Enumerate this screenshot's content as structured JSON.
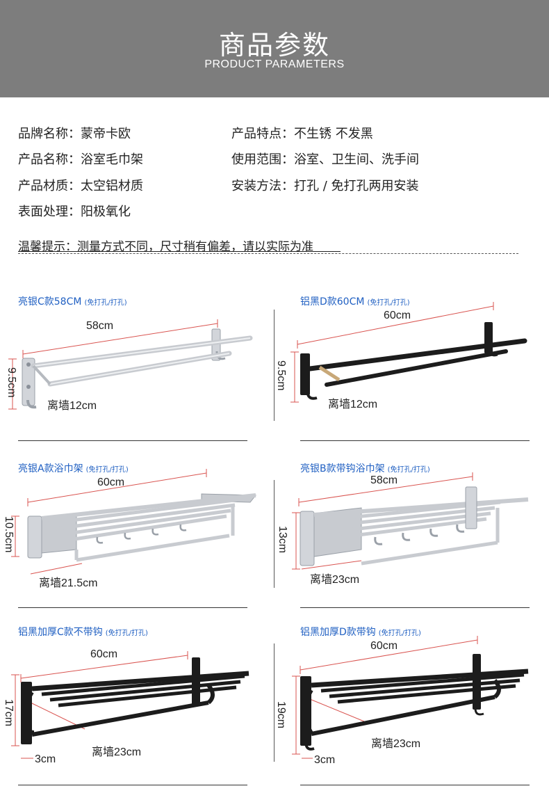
{
  "header": {
    "title": "商品参数",
    "subtitle": "PRODUCT PARAMETERS"
  },
  "params": {
    "left": [
      {
        "text": "品牌名称：蒙帝卡欧"
      },
      {
        "text": "产品名称：浴室毛巾架"
      },
      {
        "text": "产品材质：太空铝材质"
      },
      {
        "text": "表面处理：阳极氧化"
      }
    ],
    "right": [
      {
        "text": "产品特点：不生锈 不发黑"
      },
      {
        "text": "使用范围：浴室、卫生间、洗手间"
      },
      {
        "text": "安装方法：打孔 / 免打孔两用安装"
      }
    ]
  },
  "notice": {
    "text": "温馨提示：测量方式不同，尺寸稍有偏差，请以实际为准"
  },
  "colors": {
    "header_bg": "#7d7d7d",
    "title_blue": "#1f5fc2",
    "measure_red": "#d9534f",
    "silver": "#c8cbd0",
    "black_metal": "#1c1c1c"
  },
  "products": [
    {
      "title": "亮银C款58CM",
      "note": "(免打孔/打孔)",
      "width_label": "58cm",
      "height_label": "9.5cm",
      "depth_label": "离墙12cm",
      "finish": "silver"
    },
    {
      "title": "铝黑D款60CM",
      "note": "(免打孔/打孔)",
      "width_label": "60cm",
      "height_label": "9.5cm",
      "depth_label": "离墙12cm",
      "finish": "black"
    },
    {
      "title": "亮银A款浴巾架",
      "note": "(免打孔/打孔)",
      "width_label": "60cm",
      "height_label": "10.5cm",
      "depth_label": "离墙21.5cm",
      "finish": "silver"
    },
    {
      "title": "亮银B款带钩浴巾架",
      "note": "(免打孔/打孔)",
      "width_label": "58cm",
      "height_label": "13cm",
      "depth_label": "离墙23cm",
      "finish": "silver"
    },
    {
      "title": "铝黑加厚C款不带钩",
      "note": "(免打孔/打孔)",
      "width_label": "60cm",
      "height_label": "17cm",
      "depth_label": "离墙23cm",
      "gap_label": "3cm",
      "finish": "black"
    },
    {
      "title": "铝黑加厚D款带钩",
      "note": "(免打孔/打孔)",
      "width_label": "60cm",
      "height_label": "19cm",
      "depth_label": "离墙23cm",
      "gap_label": "3cm",
      "finish": "black"
    }
  ]
}
